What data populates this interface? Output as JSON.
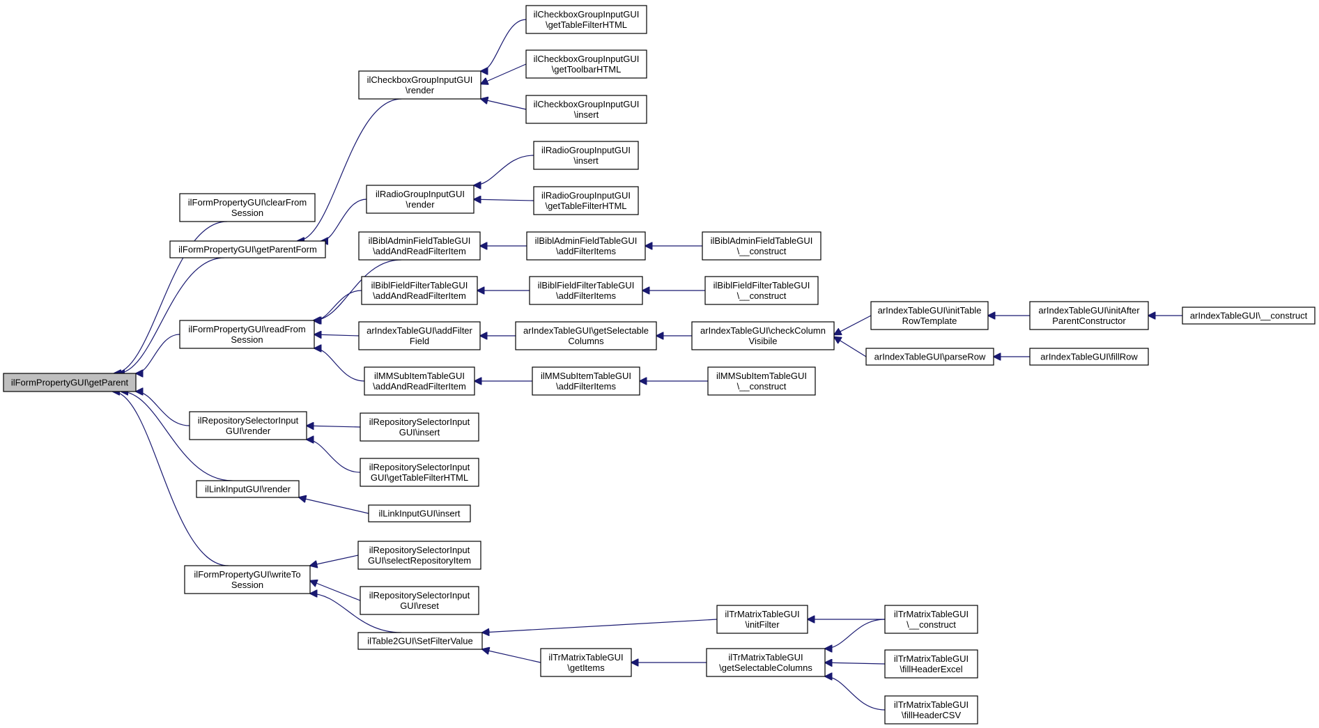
{
  "graph": {
    "colors": {
      "edge": "#191970",
      "node_border": "#000000",
      "node_fill": "#ffffff",
      "root_fill": "#bfbfbf"
    },
    "nodes": [
      {
        "id": "root",
        "lines": [
          "ilFormPropertyGUI\\getParent"
        ],
        "root": true
      },
      {
        "id": "clearFrom",
        "lines": [
          "ilFormPropertyGUI\\clearFrom",
          "Session"
        ]
      },
      {
        "id": "getParentForm",
        "lines": [
          "ilFormPropertyGUI\\getParentForm"
        ]
      },
      {
        "id": "readFrom",
        "lines": [
          "ilFormPropertyGUI\\readFrom",
          "Session"
        ]
      },
      {
        "id": "repoRender",
        "lines": [
          "ilRepositorySelectorInput",
          "GUI\\render"
        ]
      },
      {
        "id": "linkRender",
        "lines": [
          "ilLinkInputGUI\\render"
        ]
      },
      {
        "id": "writeTo",
        "lines": [
          "ilFormPropertyGUI\\writeTo",
          "Session"
        ]
      },
      {
        "id": "cbRender",
        "lines": [
          "ilCheckboxGroupInputGUI",
          "\\render"
        ]
      },
      {
        "id": "radioRender",
        "lines": [
          "ilRadioGroupInputGUI",
          "\\render"
        ]
      },
      {
        "id": "biblAdminAdd",
        "lines": [
          "ilBiblAdminFieldTableGUI",
          "\\addAndReadFilterItem"
        ]
      },
      {
        "id": "biblFieldAdd",
        "lines": [
          "ilBiblFieldFilterTableGUI",
          "\\addAndReadFilterItem"
        ]
      },
      {
        "id": "arAddFilter",
        "lines": [
          "arIndexTableGUI\\addFilter",
          "Field"
        ]
      },
      {
        "id": "mmsAdd",
        "lines": [
          "ilMMSubItemTableGUI",
          "\\addAndReadFilterItem"
        ]
      },
      {
        "id": "repoInsert",
        "lines": [
          "ilRepositorySelectorInput",
          "GUI\\insert"
        ]
      },
      {
        "id": "repoGetTable",
        "lines": [
          "ilRepositorySelectorInput",
          "GUI\\getTableFilterHTML"
        ]
      },
      {
        "id": "linkInsert",
        "lines": [
          "ilLinkInputGUI\\insert"
        ]
      },
      {
        "id": "repoSelect",
        "lines": [
          "ilRepositorySelectorInput",
          "GUI\\selectRepositoryItem"
        ]
      },
      {
        "id": "repoReset",
        "lines": [
          "ilRepositorySelectorInput",
          "GUI\\reset"
        ]
      },
      {
        "id": "setFilter",
        "lines": [
          "ilTable2GUI\\SetFilterValue"
        ]
      },
      {
        "id": "cbGetTable",
        "lines": [
          "ilCheckboxGroupInputGUI",
          "\\getTableFilterHTML"
        ]
      },
      {
        "id": "cbGetToolbar",
        "lines": [
          "ilCheckboxGroupInputGUI",
          "\\getToolbarHTML"
        ]
      },
      {
        "id": "cbInsert",
        "lines": [
          "ilCheckboxGroupInputGUI",
          "\\insert"
        ]
      },
      {
        "id": "radioInsert",
        "lines": [
          "ilRadioGroupInputGUI",
          "\\insert"
        ]
      },
      {
        "id": "radioGetTable",
        "lines": [
          "ilRadioGroupInputGUI",
          "\\getTableFilterHTML"
        ]
      },
      {
        "id": "biblAdminItems",
        "lines": [
          "ilBiblAdminFieldTableGUI",
          "\\addFilterItems"
        ]
      },
      {
        "id": "biblFieldItems",
        "lines": [
          "ilBiblFieldFilterTableGUI",
          "\\addFilterItems"
        ]
      },
      {
        "id": "arGetSel",
        "lines": [
          "arIndexTableGUI\\getSelectable",
          "Columns"
        ]
      },
      {
        "id": "mmsItems",
        "lines": [
          "ilMMSubItemTableGUI",
          "\\addFilterItems"
        ]
      },
      {
        "id": "trInitFilter",
        "lines": [
          "ilTrMatrixTableGUI",
          "\\initFilter"
        ]
      },
      {
        "id": "trGetItems",
        "lines": [
          "ilTrMatrixTableGUI",
          "\\getItems"
        ]
      },
      {
        "id": "biblAdminCons",
        "lines": [
          "ilBiblAdminFieldTableGUI",
          "\\__construct"
        ]
      },
      {
        "id": "biblFieldCons",
        "lines": [
          "ilBiblFieldFilterTableGUI",
          "\\__construct"
        ]
      },
      {
        "id": "arCheckCol",
        "lines": [
          "arIndexTableGUI\\checkColumn",
          "Visibile"
        ]
      },
      {
        "id": "mmsCons",
        "lines": [
          "ilMMSubItemTableGUI",
          "\\__construct"
        ]
      },
      {
        "id": "trGetSel",
        "lines": [
          "ilTrMatrixTableGUI",
          "\\getSelectableColumns"
        ]
      },
      {
        "id": "arInitRow",
        "lines": [
          "arIndexTableGUI\\initTable",
          "RowTemplate"
        ]
      },
      {
        "id": "arParseRow",
        "lines": [
          "arIndexTableGUI\\parseRow"
        ]
      },
      {
        "id": "trCons",
        "lines": [
          "ilTrMatrixTableGUI",
          "\\__construct"
        ]
      },
      {
        "id": "trFillExcel",
        "lines": [
          "ilTrMatrixTableGUI",
          "\\fillHeaderExcel"
        ]
      },
      {
        "id": "trFillCSV",
        "lines": [
          "ilTrMatrixTableGUI",
          "\\fillHeaderCSV"
        ]
      },
      {
        "id": "arInitAfter",
        "lines": [
          "arIndexTableGUI\\initAfter",
          "ParentConstructor"
        ]
      },
      {
        "id": "arFillRow",
        "lines": [
          "arIndexTableGUI\\fillRow"
        ]
      },
      {
        "id": "arCons",
        "lines": [
          "arIndexTableGUI\\__construct"
        ]
      }
    ],
    "edges": [
      [
        "clearFrom",
        "root"
      ],
      [
        "getParentForm",
        "root"
      ],
      [
        "readFrom",
        "root"
      ],
      [
        "repoRender",
        "root"
      ],
      [
        "linkRender",
        "root"
      ],
      [
        "writeTo",
        "root"
      ],
      [
        "cbRender",
        "getParentForm"
      ],
      [
        "radioRender",
        "getParentForm"
      ],
      [
        "biblAdminAdd",
        "readFrom"
      ],
      [
        "biblFieldAdd",
        "readFrom"
      ],
      [
        "arAddFilter",
        "readFrom"
      ],
      [
        "mmsAdd",
        "readFrom"
      ],
      [
        "repoInsert",
        "repoRender"
      ],
      [
        "repoGetTable",
        "repoRender"
      ],
      [
        "linkInsert",
        "linkRender"
      ],
      [
        "repoSelect",
        "writeTo"
      ],
      [
        "repoReset",
        "writeTo"
      ],
      [
        "setFilter",
        "writeTo"
      ],
      [
        "cbGetTable",
        "cbRender"
      ],
      [
        "cbGetToolbar",
        "cbRender"
      ],
      [
        "cbInsert",
        "cbRender"
      ],
      [
        "radioInsert",
        "radioRender"
      ],
      [
        "radioGetTable",
        "radioRender"
      ],
      [
        "biblAdminItems",
        "biblAdminAdd"
      ],
      [
        "biblFieldItems",
        "biblFieldAdd"
      ],
      [
        "arGetSel",
        "arAddFilter"
      ],
      [
        "mmsItems",
        "mmsAdd"
      ],
      [
        "trInitFilter",
        "setFilter"
      ],
      [
        "trGetItems",
        "setFilter"
      ],
      [
        "biblAdminCons",
        "biblAdminItems"
      ],
      [
        "biblFieldCons",
        "biblFieldItems"
      ],
      [
        "arCheckCol",
        "arGetSel"
      ],
      [
        "mmsCons",
        "mmsItems"
      ],
      [
        "trGetSel",
        "trGetItems"
      ],
      [
        "arInitRow",
        "arCheckCol"
      ],
      [
        "arParseRow",
        "arCheckCol"
      ],
      [
        "trCons",
        "trInitFilter"
      ],
      [
        "trCons",
        "trGetSel"
      ],
      [
        "trFillExcel",
        "trGetSel"
      ],
      [
        "trFillCSV",
        "trGetSel"
      ],
      [
        "arInitAfter",
        "arInitRow"
      ],
      [
        "arFillRow",
        "arParseRow"
      ],
      [
        "arCons",
        "arInitAfter"
      ]
    ]
  }
}
